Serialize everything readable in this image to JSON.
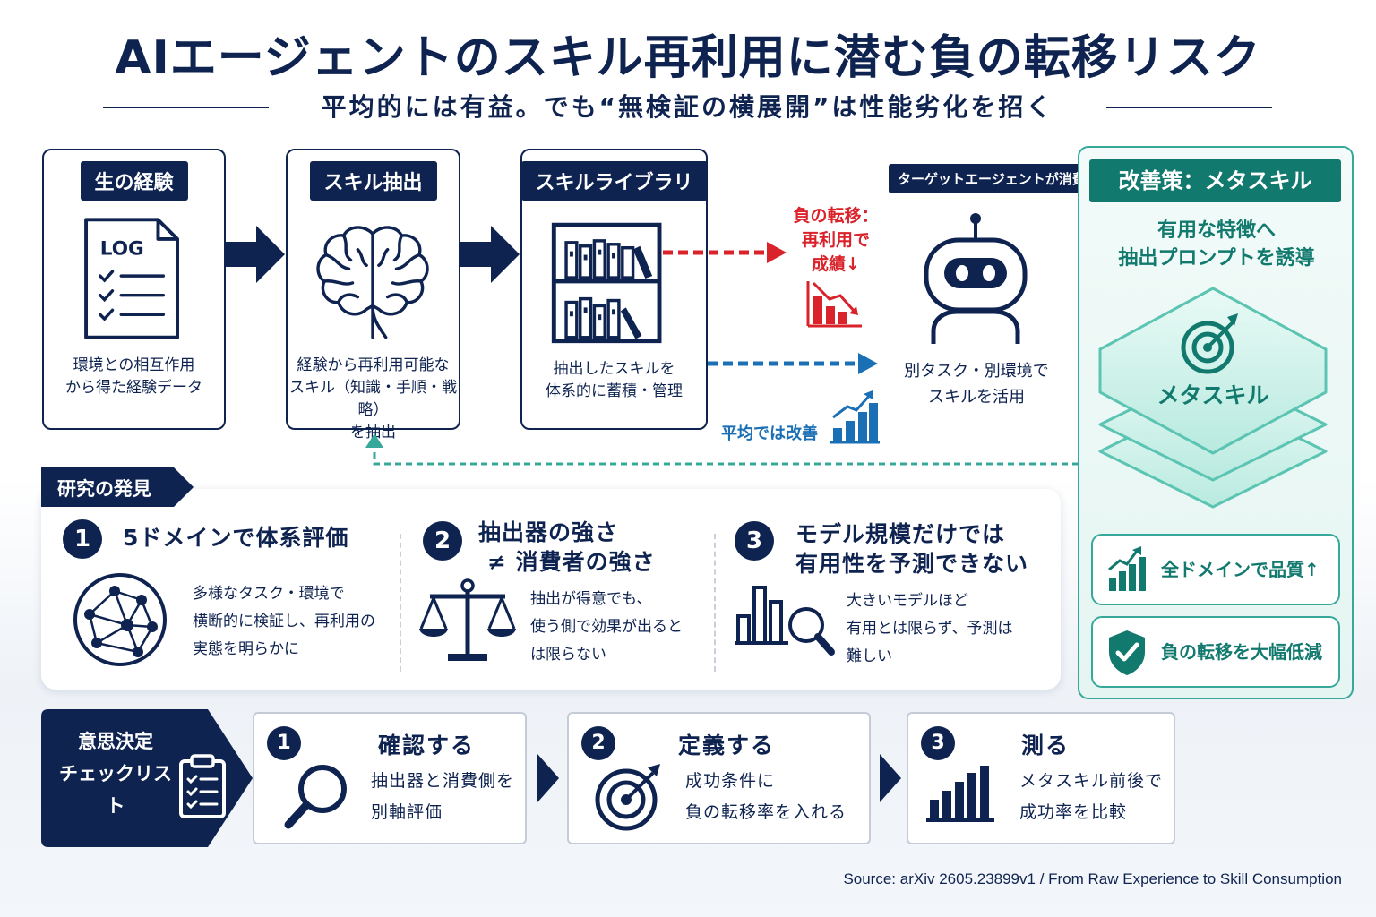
{
  "title": "AIエージェントのスキル再利用に潜む負の転移リスク",
  "subtitle": "平均的には有益。でも“無検証の横展開”は性能劣化を招く",
  "flow": {
    "raw": {
      "badge": "生の経験",
      "doc_label": "LOG",
      "desc1": "環境との相互作用",
      "desc2": "から得た経験データ"
    },
    "extract": {
      "badge": "スキル抽出",
      "desc1": "経験から再利用可能な",
      "desc2": "スキル（知識・手順・戦略）",
      "desc3": "を抽出"
    },
    "library": {
      "badge": "スキルライブラリ",
      "desc1": "抽出したスキルを",
      "desc2": "体系的に蓄積・管理"
    },
    "target": {
      "badge": "ターゲットエージェントが消費",
      "desc1": "別タスク・別環境で",
      "desc2": "スキルを活用"
    },
    "negative": {
      "line1": "負の転移：",
      "line2": "再利用で",
      "line3": "成績↓"
    },
    "average": {
      "label": "平均では改善"
    }
  },
  "panel": {
    "title": "改善策：メタスキル",
    "sub1": "有用な特徴へ",
    "sub2": "抽出プロンプトを誘導",
    "meta_label": "メタスキル",
    "card1": "全ドメインで品質↑",
    "card2": "負の転移を大幅低減"
  },
  "findings": {
    "tab": "研究の発見",
    "items": [
      {
        "num": "1",
        "title1": "5ドメインで体系評価",
        "title2": "",
        "desc": [
          "多様なタスク・環境で",
          "横断的に検証し、再利用の",
          "実態を明らかに"
        ]
      },
      {
        "num": "2",
        "title1": "抽出器の強さ",
        "title2": "≠ 消費者の強さ",
        "desc": [
          "抽出が得意でも、",
          "使う側で効果が出ると",
          "は限らない"
        ]
      },
      {
        "num": "3",
        "title1": "モデル規模だけでは",
        "title2": "有用性を予測できない",
        "desc": [
          "大きいモデルほど",
          "有用とは限らず、予測は",
          "難しい"
        ]
      }
    ]
  },
  "checklist": {
    "head1": "意思決定",
    "head2": "チェックリスト",
    "items": [
      {
        "num": "1",
        "title": "確認する",
        "desc1": "抽出器と消費側を",
        "desc2": "別軸評価"
      },
      {
        "num": "2",
        "title": "定義する",
        "desc1": "成功条件に",
        "desc2": "負の転移率を入れる"
      },
      {
        "num": "3",
        "title": "測る",
        "desc1": "メタスキル前後で",
        "desc2": "成功率を比較"
      }
    ]
  },
  "source": "Source:  arXiv  2605.23899v1  /  From Raw Experience to Skill Consumption",
  "colors": {
    "navy": "#0f2350",
    "teal": "#11796d",
    "teal_light": "#36a99a",
    "red": "#d9222a",
    "blue": "#1a6fb5"
  },
  "icons": [
    "log-document-icon",
    "brain-icon",
    "bookshelf-icon",
    "robot-icon",
    "bar-chart-down-icon",
    "bar-chart-up-icon",
    "target-icon",
    "network-globe-icon",
    "scale-icon",
    "chart-magnifier-icon",
    "clipboard-checklist-icon",
    "magnifier-icon",
    "shield-check-icon"
  ]
}
